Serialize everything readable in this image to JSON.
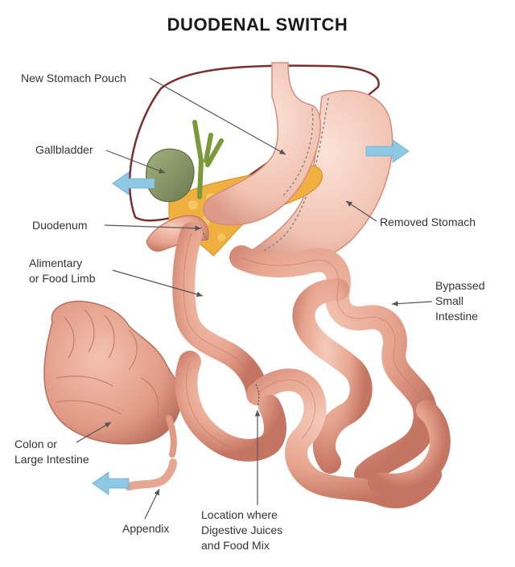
{
  "title": "DUODENAL SWITCH",
  "labels": {
    "new_stomach_pouch": "New Stomach Pouch",
    "gallbladder": "Gallbladder",
    "duodenum": "Duodenum",
    "alimentary_line1": "Alimentary",
    "alimentary_line2": "or Food Limb",
    "colon_line1": "Colon or",
    "colon_line2": "Large Intestine",
    "appendix": "Appendix",
    "removed_stomach": "Removed Stomach",
    "bypassed_line1": "Bypassed",
    "bypassed_line2": "Small",
    "bypassed_line3": "Intestine",
    "location_line1": "Location where",
    "location_line2": "Digestive Juices",
    "location_line3": "and Food Mix"
  },
  "colors": {
    "intestine": "#e7a58f",
    "intestine_dark": "#c97c68",
    "stomach": "#f3c9b8",
    "liver_outline": "#7a2f2f",
    "gallbladder": "#8a9a6a",
    "pancreas": "#f0b040",
    "arrow": "#8ec8e4",
    "leader": "#555555"
  }
}
